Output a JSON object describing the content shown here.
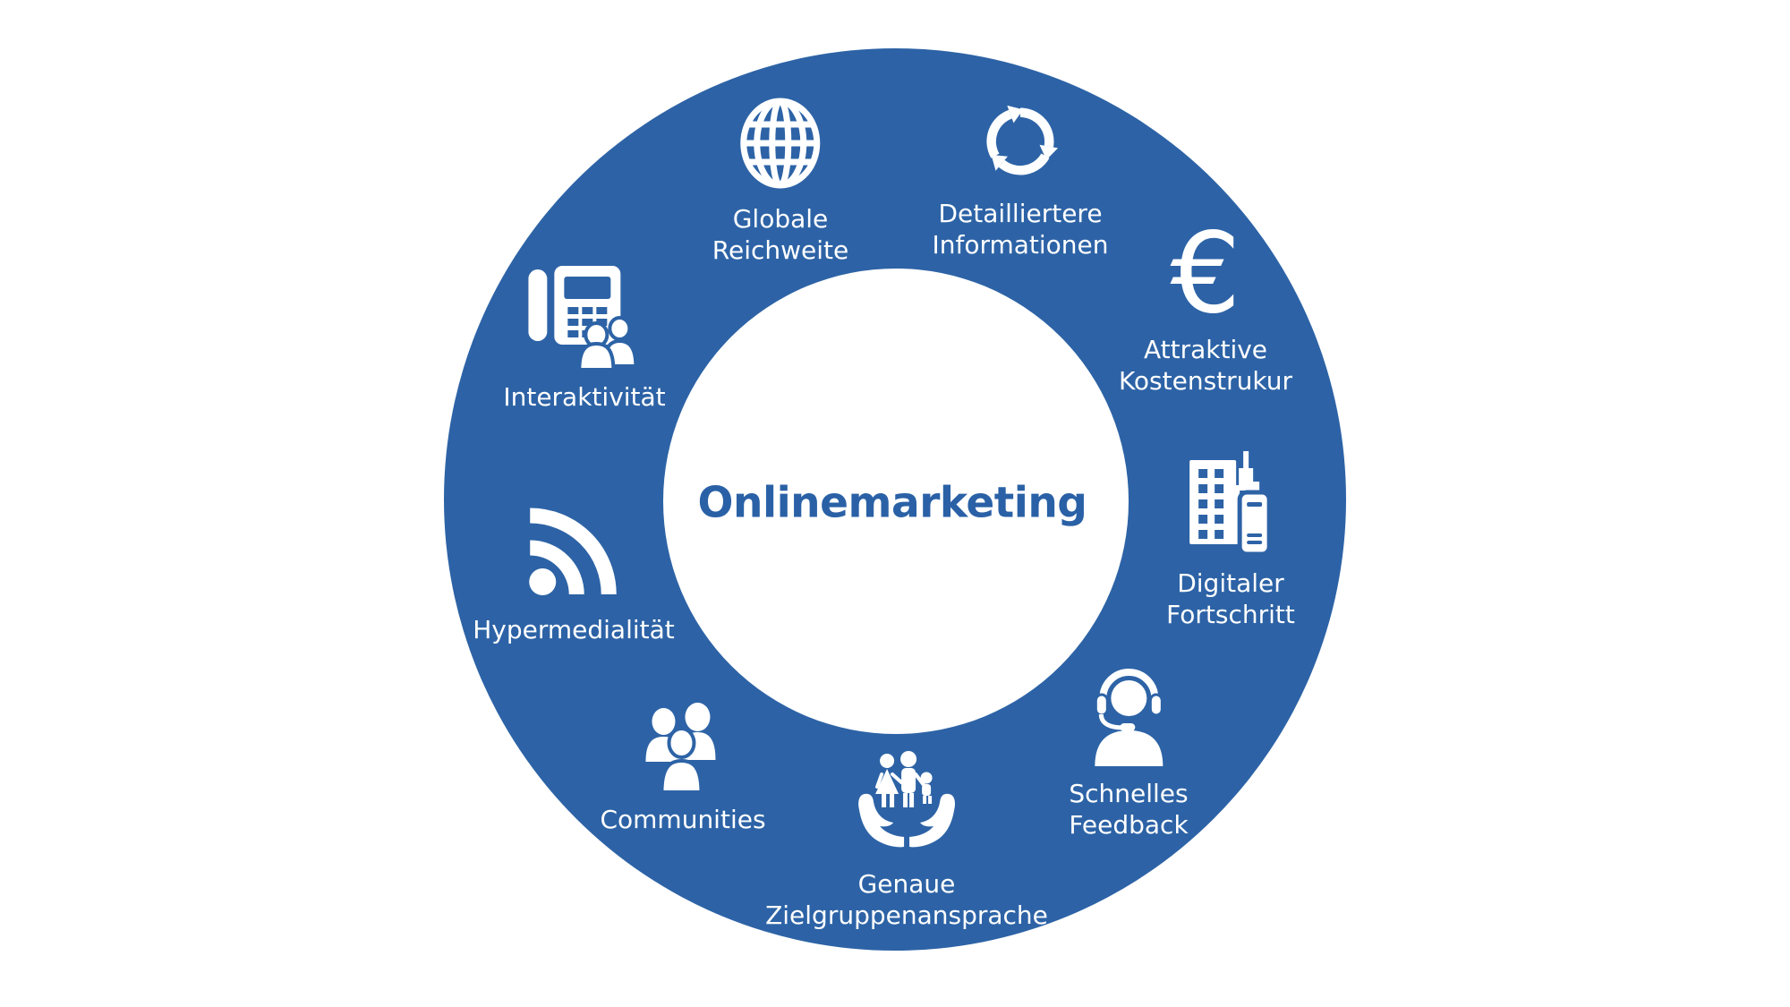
{
  "title": "Onlinemarketing",
  "colors": {
    "ring": "#2d63a6",
    "title": "#2a61a6",
    "icon": "#ffffff"
  },
  "items": [
    {
      "icon": "globe-icon",
      "lines": [
        "Globale",
        "Reichweite"
      ]
    },
    {
      "icon": "refresh-arrows-icon",
      "lines": [
        "Detailliertere",
        "Informationen"
      ]
    },
    {
      "icon": "euro-currency-icon",
      "glyph": "€",
      "lines": [
        "Attraktive",
        "Kostenstrukur"
      ]
    },
    {
      "icon": "city-buildings-icon",
      "lines": [
        "Digitaler",
        "Fortschritt"
      ]
    },
    {
      "icon": "headset-person-icon",
      "lines": [
        "Schnelles",
        "Feedback"
      ]
    },
    {
      "icon": "hands-family-icon",
      "lines": [
        "Genaue",
        "Zielgruppenansprache"
      ]
    },
    {
      "icon": "people-group-icon",
      "lines": [
        "Communities"
      ]
    },
    {
      "icon": "rss-icon",
      "lines": [
        "Hypermedialität"
      ]
    },
    {
      "icon": "office-phone-people-icon",
      "lines": [
        "Interaktivität"
      ]
    }
  ]
}
